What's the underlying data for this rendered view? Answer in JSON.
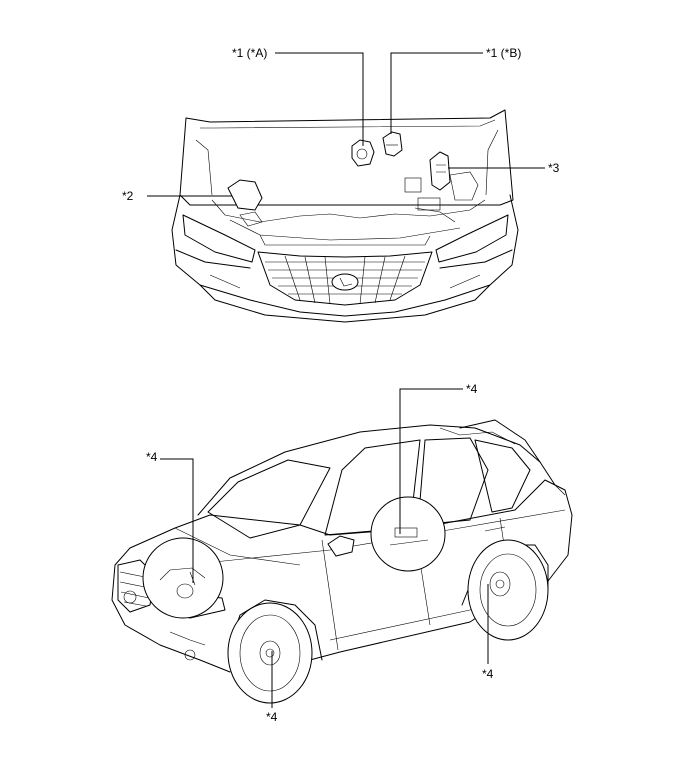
{
  "callouts": {
    "c1a": "*1 (*A)",
    "c1b": "*1 (*B)",
    "c2": "*2",
    "c3": "*3",
    "c4_rear_door": "*4",
    "c4_front_left": "*4",
    "c4_front_wheel": "*4",
    "c4_rear_wheel": "*4"
  }
}
